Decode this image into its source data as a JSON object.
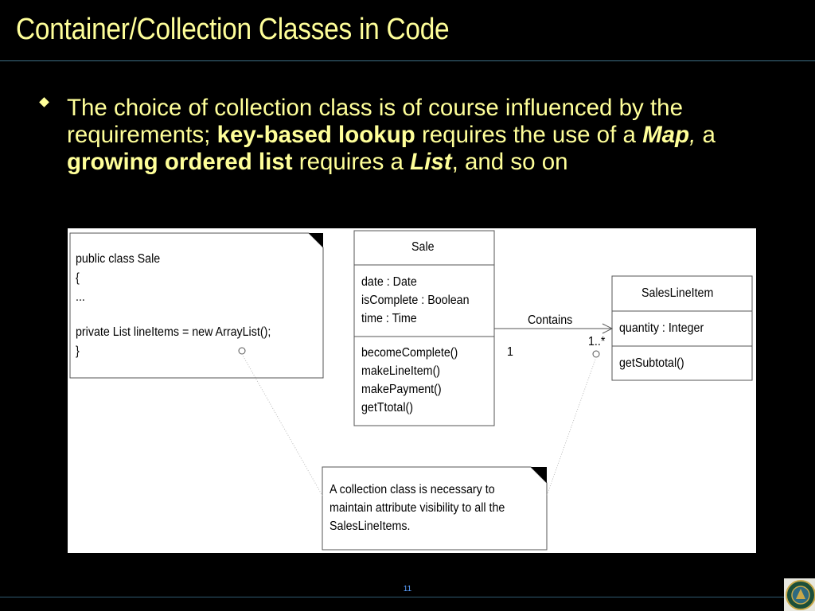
{
  "slide": {
    "title": "Container/Collection Classes in Code",
    "page_number": "11"
  },
  "bullet": {
    "part1": "The choice of collection class is of course influenced by the requirements; ",
    "bold1": "key-based lookup",
    "part2": " requires the use of a ",
    "bold_italic1": "Map",
    "italic_comma": ",",
    "part3": " a ",
    "bold2": "growing ordered list",
    "part4": " requires a ",
    "bold_italic2": "List",
    "part5": ", and so on"
  },
  "diagram": {
    "code_note": {
      "lines": [
        "public class Sale",
        "{",
        "...",
        "",
        "private List lineItems = new ArrayList();",
        "}"
      ]
    },
    "sale_class": {
      "name": "Sale",
      "attributes": [
        "date : Date",
        "isComplete : Boolean",
        "time : Time"
      ],
      "operations": [
        "becomeComplete()",
        "makeLineItem()",
        "makePayment()",
        "getTtotal()"
      ]
    },
    "item_class": {
      "name": "SalesLineItem",
      "attributes": [
        "quantity : Integer"
      ],
      "operations": [
        "getSubtotal()"
      ]
    },
    "association": {
      "label": "Contains",
      "source_multiplicity": "1",
      "target_multiplicity": "1..*"
    },
    "explain_note": {
      "text": "A collection class is necessary to maintain attribute visibility to all the SalesLineItems."
    }
  },
  "colors": {
    "background": "#000000",
    "title": "#ffff99",
    "text": "#ffff99",
    "rule": "#3f6f86",
    "page_number": "#5aa0ff"
  },
  "icons": {
    "bullet": "diamond-bullet-icon",
    "logo": "university-seal-icon"
  }
}
